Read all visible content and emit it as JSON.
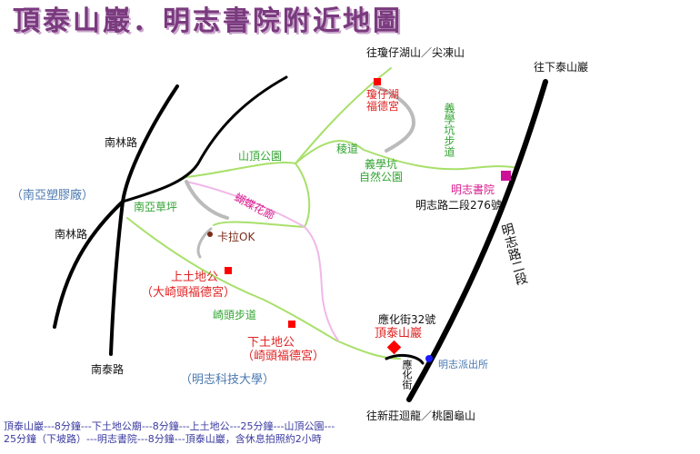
{
  "title": "頂泰山巖．明志書院附近地圖",
  "roads": {
    "nanlin_1": "南林路",
    "nanlin_2": "南林路",
    "nantai": "南泰路",
    "mingzhi_road": "明志路二段",
    "yinghua": "應化街",
    "yixuekeng_trail": "義學坑步道",
    "ridge_trail": "稜道",
    "qitou_trail": "崎頭步道"
  },
  "directions": {
    "to_qiongzaihu": "往瓊仔湖山／尖凍山",
    "to_xiataishan": "往下泰山巖",
    "to_xinzhuang": "往新莊迴龍／桃園龜山"
  },
  "places": {
    "nanya_factory": "（南亞塑膠廠）",
    "nanya_lawn": "南亞草坪",
    "mountain_park": "山頂公園",
    "butterfly": "蝴蝶花廊",
    "karaoke": "卡拉OK",
    "qiongzaihu_temple": "瓊仔湖\n福德宮",
    "yixuekeng_park": "義學坑\n自然公園",
    "academy": "明志書院",
    "academy_address": "明志路二段276號",
    "shang_tudi": "上土地公",
    "shang_tudi_sub": "（大崎頭福德宮）",
    "xia_tudi": "下土地公",
    "xia_tudi_sub": "（崎頭福德宮）",
    "yinghua32": "應化街32號",
    "dingtaishan": "頂泰山巖",
    "police": "明志派出所",
    "university": "（明志科技大學）"
  },
  "note": {
    "line1": "頂泰山巖---8分鐘---下土地公廟---8分鐘---上土地公---25分鐘---山頂公園---",
    "line2": "25分鐘（下坡路）---明志書院---8分鐘---頂泰山巖，含休息拍照約2小時"
  },
  "colors": {
    "title": "#7a3a7e",
    "trail": "#a8e06a",
    "pink_trail": "#f0b8e8",
    "road": "#000000",
    "path_gray": "#bbbbbb",
    "label_green": "#33a433",
    "label_red": "#e02424",
    "label_pink": "#d81b8c",
    "label_blue": "#4a78b0",
    "marker_red": "#ff0000",
    "marker_magenta": "#cc1199",
    "marker_blue": "#1a1aff",
    "marker_brown": "#7a2a1a"
  }
}
